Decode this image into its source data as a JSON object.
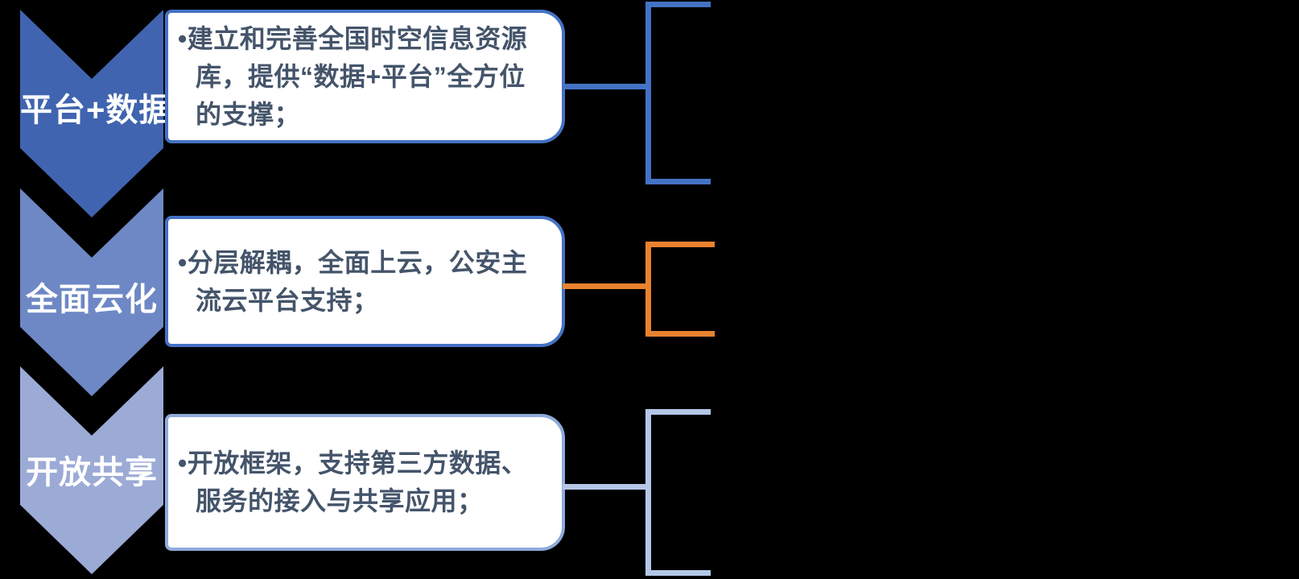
{
  "diagram": {
    "background_color": "#000000",
    "box_fill_color": "#FFFFFF",
    "box_text_color": "#44546A",
    "sections": [
      {
        "label": "平台+数据",
        "chevron_color": "#4064AF",
        "bullet": "•",
        "text": "建立和完善全国时空信息资源库，提供“数据+平台”全方位的支撑；",
        "box_border_color": "#4472C4",
        "connector_color": "#4472C4"
      },
      {
        "label": "全面云化",
        "chevron_color": "#6E88C5",
        "bullet": "•",
        "text": "分层解耦，全面上云，公安主流云平台支持；",
        "box_border_color": "#4472C4",
        "connector_color": "#E8822E"
      },
      {
        "label": "开放共享",
        "chevron_color": "#9CAAD6",
        "bullet": "•",
        "text": "开放框架，支持第三方数据、服务的接入与共享应用；",
        "box_border_color": "#8FAADC",
        "connector_color": "#B4C7E7"
      }
    ]
  }
}
